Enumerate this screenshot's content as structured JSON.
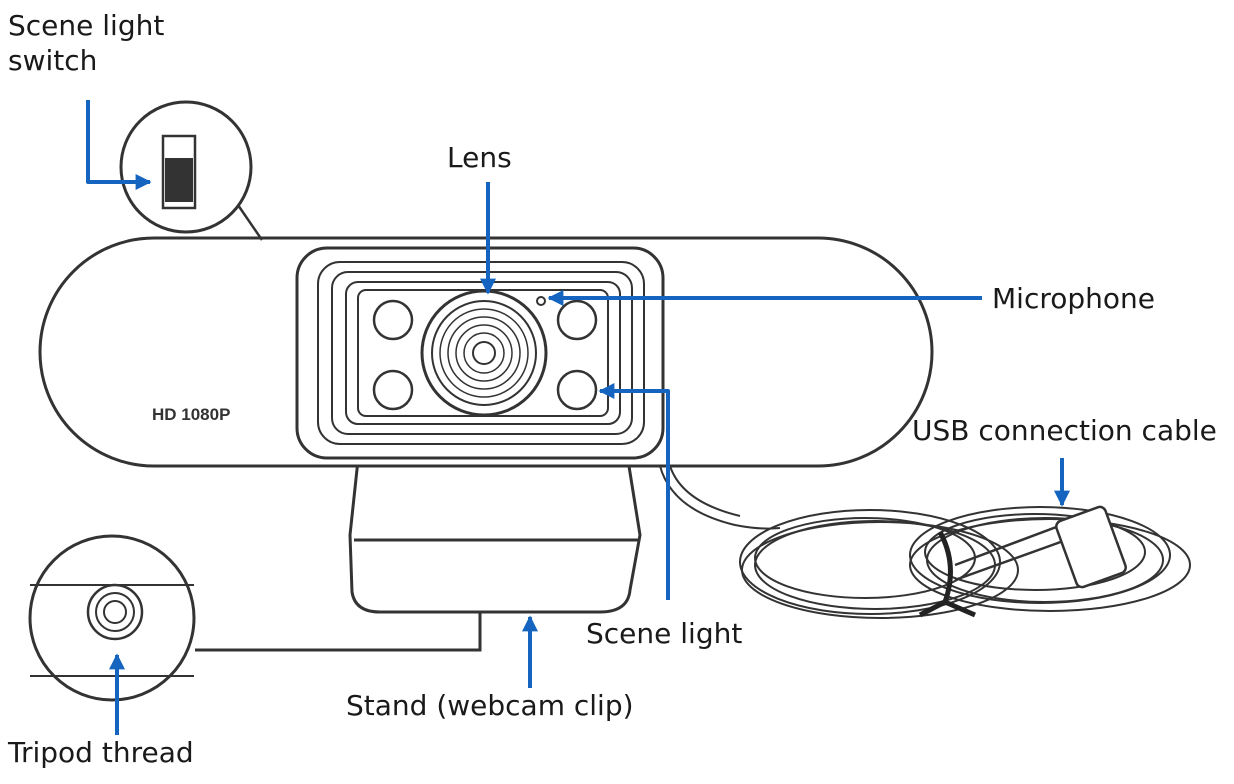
{
  "labels": {
    "scene_light_switch": "Scene light\nswitch",
    "lens": "Lens",
    "microphone": "Microphone",
    "usb_cable": "USB connection cable",
    "scene_light": "Scene light",
    "stand": "Stand (webcam clip)",
    "tripod_thread": "Tripod thread"
  },
  "device_print": "HD 1080P",
  "colors": {
    "arrow": "#1565c0",
    "outline": "#333333",
    "text": "#1a1a1a"
  },
  "icons": {
    "arrow": "arrow-icon"
  }
}
